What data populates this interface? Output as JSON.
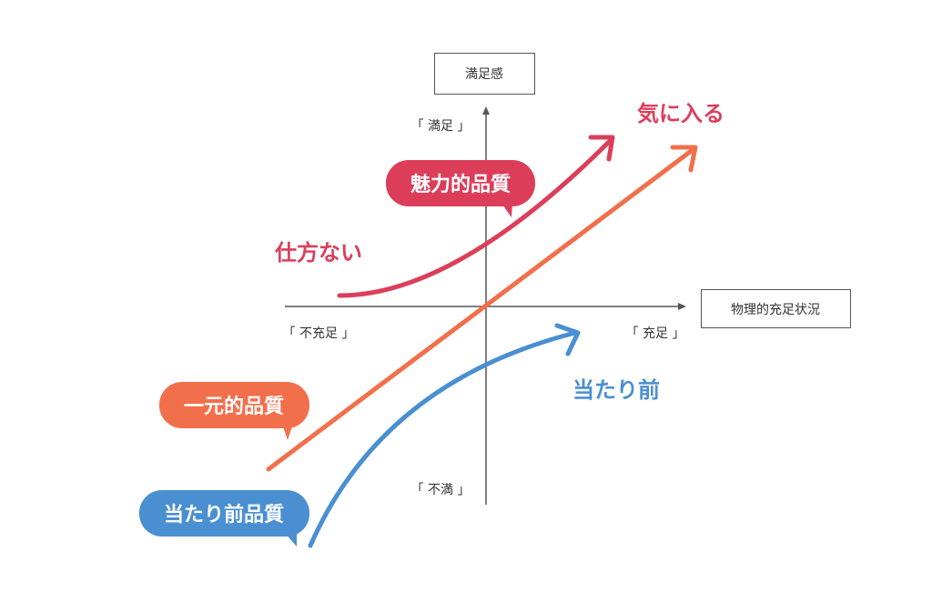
{
  "axes": {
    "y_title": "満足感",
    "x_title": "物理的充足状況",
    "y_top": "「 満足 」",
    "y_bottom": "「 不満 」",
    "x_left": "「 不充足 」",
    "x_right": "「 充足 」"
  },
  "curves": {
    "attractive": {
      "bubble": "魅力的品質",
      "left_label": "仕方ない",
      "right_label": "気に入る",
      "color": "#dc3e5a"
    },
    "one_dimensional": {
      "bubble": "一元的品質",
      "color": "#f26f4c"
    },
    "must_be": {
      "bubble": "当たり前品質",
      "right_label": "当たり前",
      "color": "#4a8fd1"
    }
  }
}
